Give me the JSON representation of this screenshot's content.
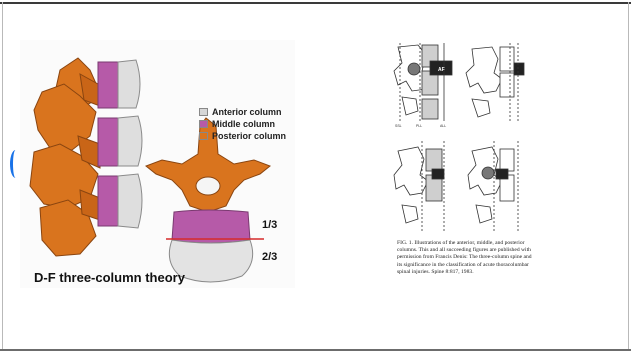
{
  "legend": {
    "items": [
      {
        "label": "Anterior column",
        "color": "#d7d7d7"
      },
      {
        "label": "Middle column",
        "color": "#b65aa8"
      },
      {
        "label": "Posterior column",
        "color": "#d9741e"
      }
    ]
  },
  "fractions": {
    "upper": "1/3",
    "lower": "2/3"
  },
  "main_caption": "D-F three-column theory",
  "right_figure": {
    "labels": {
      "af": "AF",
      "ssl": "SSL",
      "pll": "PLL",
      "all": "ALL"
    },
    "caption": "FIG. 1. Illustrations of the anterior, middle, and posterior columns. This and all succeeding figures are published with permission from Francis Denis: The three-column spine and its significance in the classification of acute thoracolumbar spinal injuries. Spine 8:817, 1983."
  },
  "colors": {
    "anterior": "#d7d7d7",
    "middle": "#b65aa8",
    "posterior": "#d9741e",
    "cutline": "#d62b2b"
  }
}
